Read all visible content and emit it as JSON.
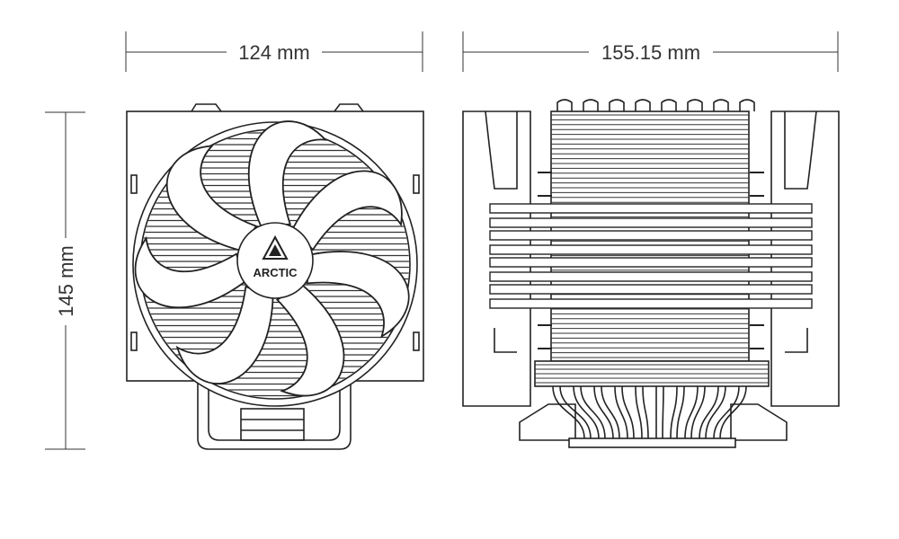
{
  "dimensions": {
    "width_front": "124 mm",
    "width_side": "155.15 mm",
    "height": "145 mm"
  },
  "logo": {
    "text": "ARCTIC",
    "icon": "arctic-triangle-logo-icon"
  },
  "colors": {
    "line": "#222222",
    "background": "#ffffff"
  }
}
